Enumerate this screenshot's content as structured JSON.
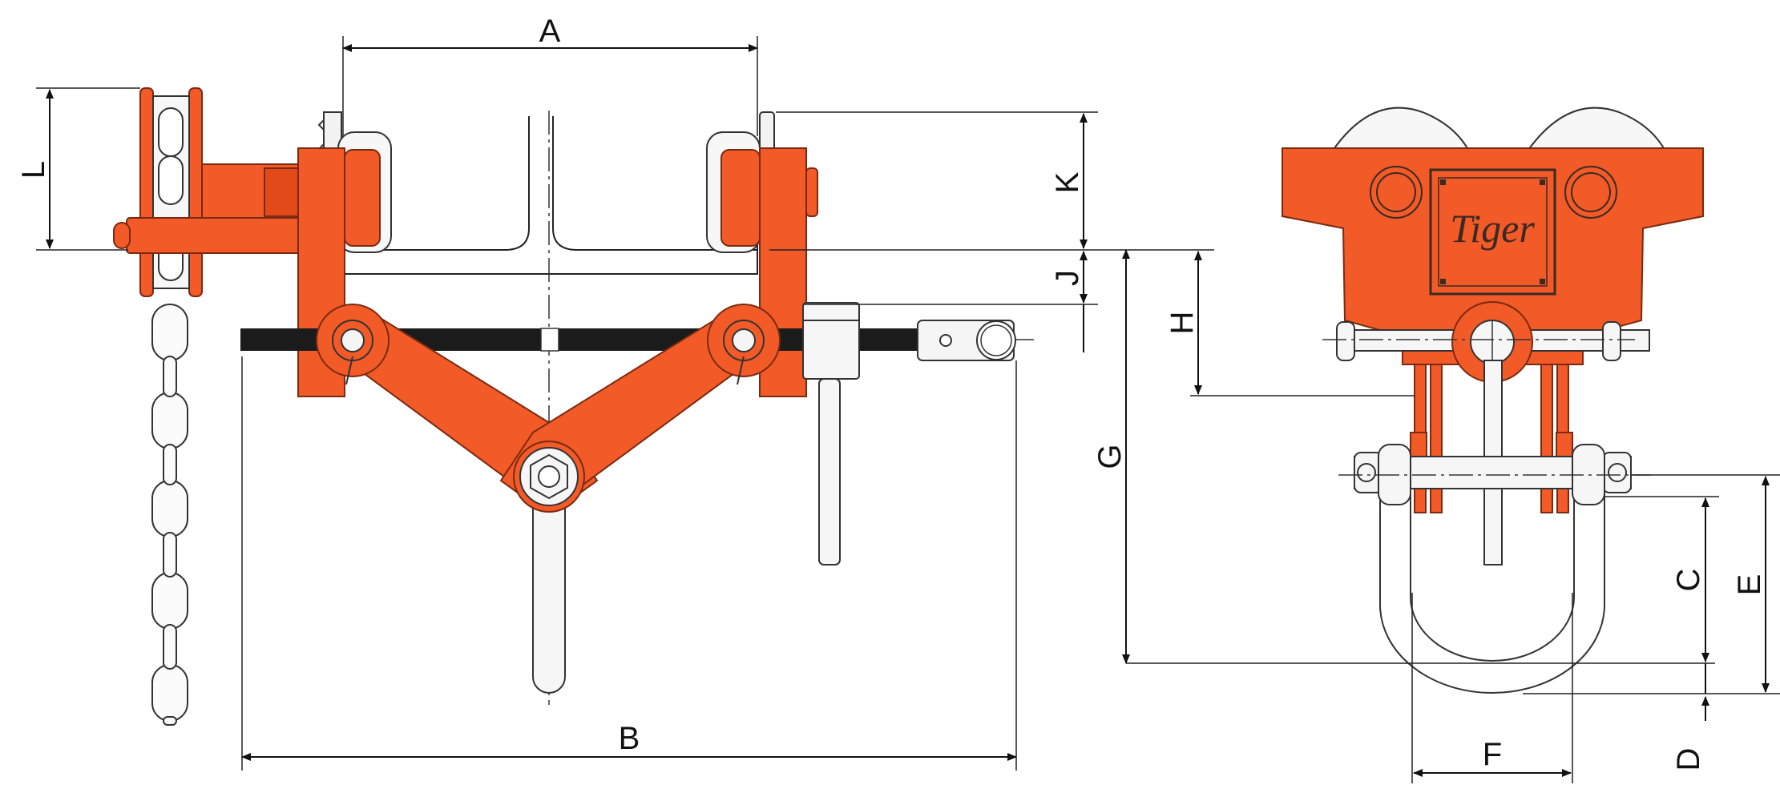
{
  "dimensions": {
    "A": "A",
    "B": "B",
    "C": "C",
    "D": "D",
    "E": "E",
    "F": "F",
    "G": "G",
    "H": "H",
    "J": "J",
    "K": "K",
    "L": "L"
  },
  "logo": {
    "text": "Tiger"
  },
  "colors": {
    "body": "#f25a28",
    "body_edge": "#7a2a10",
    "line": "#1a1a1a",
    "steel": "#f4f4f4",
    "dark_thread": "#1b1b1b",
    "background": "#ffffff"
  }
}
